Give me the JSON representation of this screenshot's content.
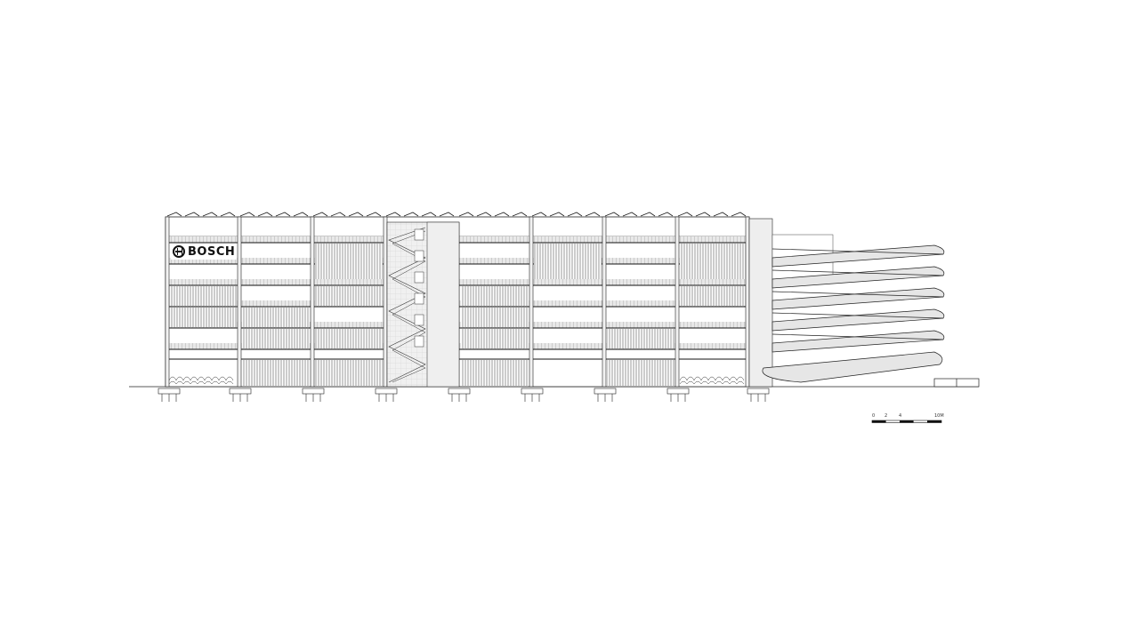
{
  "drawing": {
    "type": "architectural elevation",
    "subject": "multi-storey bicycle parking building with spiral ramp",
    "brand_sign": "BOSCH",
    "floors": 6,
    "colors": {
      "line": "#222222",
      "fill": "#f2f2f2",
      "ramp_fill": "#e6e6e6",
      "background": "#ffffff"
    }
  },
  "scale_bar": {
    "labels": [
      "0",
      "2",
      "4",
      "10M"
    ]
  }
}
